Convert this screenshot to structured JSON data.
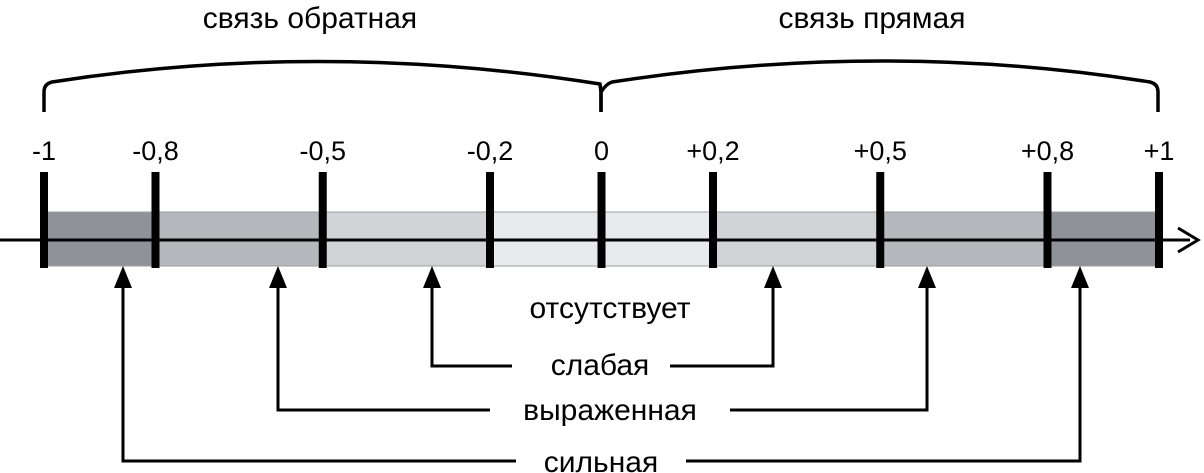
{
  "header": {
    "negative_label": "связь обратная",
    "positive_label": "связь прямая"
  },
  "scale": {
    "min": -1,
    "max": 1,
    "ticks": [
      {
        "value": -1,
        "label": "-1"
      },
      {
        "value": -0.8,
        "label": "-0,8"
      },
      {
        "value": -0.5,
        "label": "-0,5"
      },
      {
        "value": -0.2,
        "label": "-0,2"
      },
      {
        "value": 0,
        "label": "0"
      },
      {
        "value": 0.2,
        "label": "+0,2"
      },
      {
        "value": 0.5,
        "label": "+0,5"
      },
      {
        "value": 0.8,
        "label": "+0,8"
      },
      {
        "value": 1,
        "label": "+1"
      }
    ]
  },
  "bands": [
    {
      "from": -1,
      "to": -0.8,
      "level": "strong",
      "color": "#8f9298"
    },
    {
      "from": -0.8,
      "to": -0.5,
      "level": "expressed",
      "color": "#b6b8bd"
    },
    {
      "from": -0.5,
      "to": -0.2,
      "level": "weak",
      "color": "#d1d3d6"
    },
    {
      "from": -0.2,
      "to": 0.2,
      "level": "absent",
      "color": "#e9eaeb"
    },
    {
      "from": 0.2,
      "to": 0.5,
      "level": "weak",
      "color": "#d1d3d6"
    },
    {
      "from": 0.5,
      "to": 0.8,
      "level": "expressed",
      "color": "#b6b8bd"
    },
    {
      "from": 0.8,
      "to": 1,
      "level": "strong",
      "color": "#8f9298"
    }
  ],
  "strength_labels": {
    "absent": "отсутствует",
    "weak": "слабая",
    "expressed": "выраженная",
    "strong": "сильная"
  }
}
